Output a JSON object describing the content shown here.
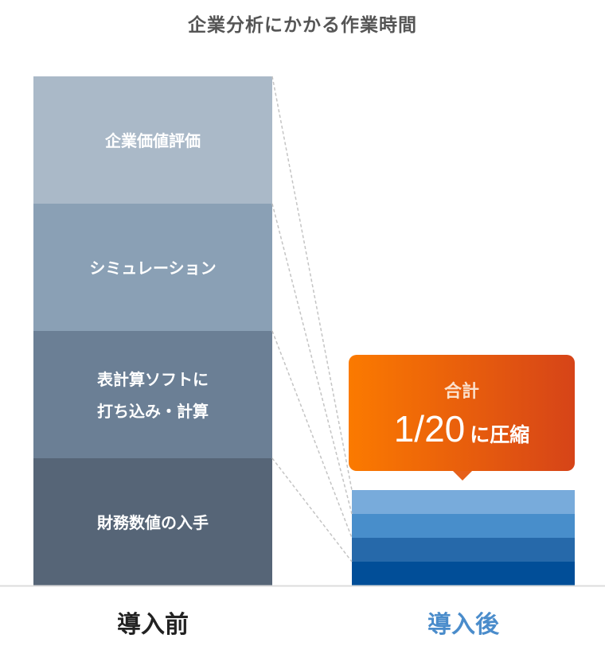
{
  "chart_data": {
    "type": "bar",
    "stacked": true,
    "title": "企業分析にかかる作業時間",
    "categories": [
      "導入前",
      "導入後"
    ],
    "series": [
      {
        "name": "財務数値の入手",
        "values": [
          5,
          0.25
        ]
      },
      {
        "name": "表計算ソフトに\n打ち込み・計算",
        "values": [
          5,
          0.25
        ]
      },
      {
        "name": "シミュレーション",
        "values": [
          5,
          0.25
        ]
      },
      {
        "name": "企業価値評価",
        "values": [
          5,
          0.25
        ]
      }
    ],
    "series_labels_lines": [
      [
        "財務数値の入手"
      ],
      [
        "表計算ソフトに",
        "打ち込み・計算"
      ],
      [
        "シミュレーション"
      ],
      [
        "企業価値評価"
      ]
    ],
    "colors_before": [
      "#566577",
      "#6b7f95",
      "#8aa0b5",
      "#aab9c8"
    ],
    "colors_after": [
      "#014e98",
      "#2669aa",
      "#488ecb",
      "#78abdb"
    ],
    "category_colors": [
      "#222222",
      "#4a8ccb"
    ],
    "annotation": {
      "sub": "合計",
      "big": "1/20",
      "small": "に圧縮"
    },
    "xlabel": "",
    "ylabel": "",
    "grid": false,
    "legend": "none"
  }
}
